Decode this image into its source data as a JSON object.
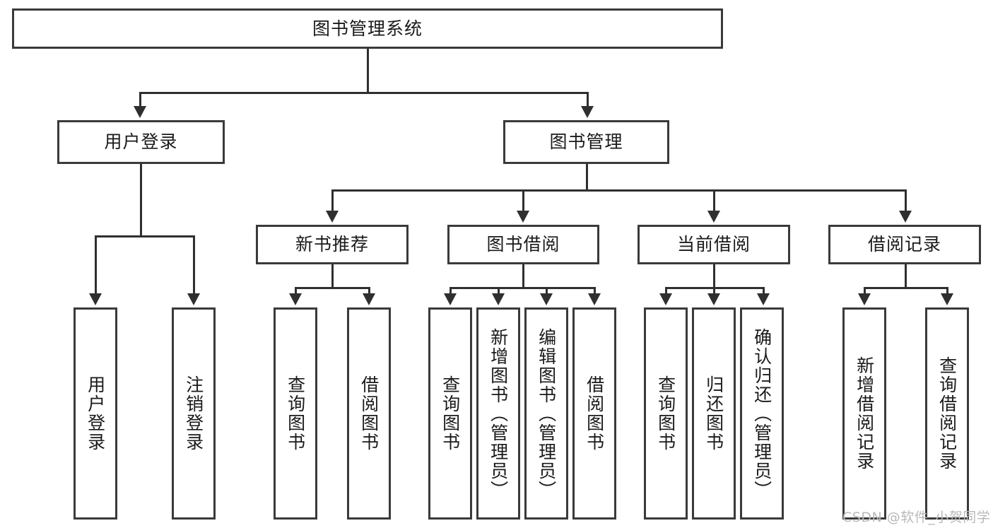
{
  "diagram": {
    "type": "tree",
    "title": "图书管理系统",
    "watermark": "CSDN @软件_小贺同学",
    "colors": {
      "box_border": "#3a3a3a",
      "edge": "#2f2f2f",
      "background": "#ffffff",
      "text": "#1a1a1a",
      "watermark": "#b9b9b9"
    },
    "root": {
      "label": "图书管理系统"
    },
    "level2": [
      {
        "label": "用户登录"
      },
      {
        "label": "图书管理"
      }
    ],
    "level3": [
      {
        "label": "新书推荐"
      },
      {
        "label": "图书借阅"
      },
      {
        "label": "当前借阅"
      },
      {
        "label": "借阅记录"
      }
    ],
    "leaves": {
      "user_login": [
        {
          "label": "用户登录"
        },
        {
          "label": "注销登录"
        }
      ],
      "new_book_recommend": [
        {
          "label": "查询图书"
        },
        {
          "label": "借阅图书"
        }
      ],
      "book_borrow": [
        {
          "label": "查询图书"
        },
        {
          "label": "新增图书（管理员）"
        },
        {
          "label": "编辑图书（管理员）"
        },
        {
          "label": "借阅图书"
        }
      ],
      "current_borrow": [
        {
          "label": "查询图书"
        },
        {
          "label": "归还图书"
        },
        {
          "label": "确认归还（管理员）"
        }
      ],
      "borrow_record": [
        {
          "label": "新增借阅记录"
        },
        {
          "label": "查询借阅记录"
        }
      ]
    }
  }
}
